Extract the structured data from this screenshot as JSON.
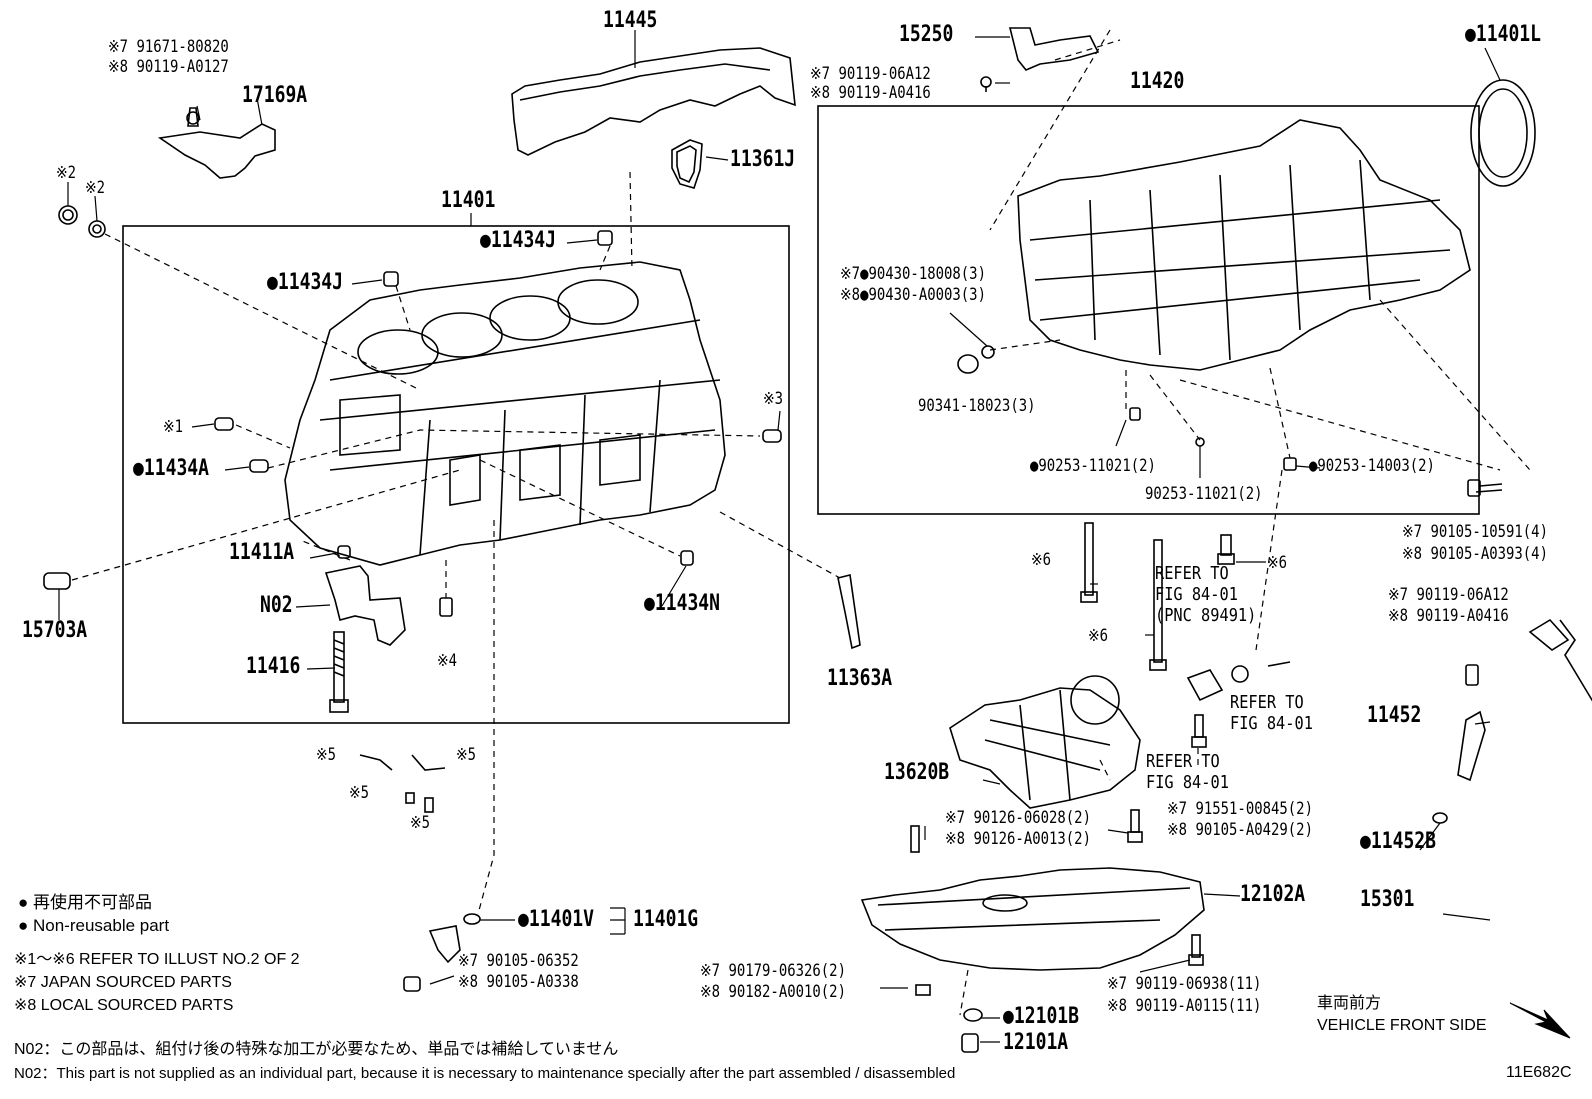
{
  "labels": {
    "p11445": "11445",
    "p15250": "15250",
    "p11401L": "●11401L",
    "p11420": "11420",
    "p11401": "11401",
    "p17169A": "17169A",
    "p11361J": "11361J",
    "p11434J_a": "●11434J",
    "p11434J_b": "●11434J",
    "p11434A": "●11434A",
    "p11411A": "11411A",
    "p15703A": "15703A",
    "pN02": "N02",
    "p11416": "11416",
    "p11434N": "●11434N",
    "p11363A": "11363A",
    "p13620B": "13620B",
    "p11452": "11452",
    "p11452B": "●11452B",
    "p15301": "15301",
    "p12102A": "12102A",
    "p11401V": "●11401V",
    "p11401G": "11401G",
    "p12101B": "●12101B",
    "p12101A": "12101A",
    "s1": "※1",
    "s2a": "※2",
    "s2b": "※2",
    "s3": "※3",
    "s4": "※4",
    "s5a": "※5",
    "s5b": "※5",
    "s5c": "※5",
    "s5d": "※5",
    "s6a": "※6",
    "s6b": "※6",
    "s6c": "※6"
  },
  "part_numbers": {
    "n91671": "※7 91671-80820",
    "n90119a": "※8 90119-A0127",
    "n06A12a": "※7 90119-06A12",
    "n0416a": "※8 90119-A0416",
    "n18008": "※7●90430-18008(3)",
    "n0003": "※8●90430-A0003(3)",
    "n18023": "90341-18023(3)",
    "n11021a": "●90253-11021(2)",
    "n11021b": "90253-11021(2)",
    "n14003": "●90253-14003(2)",
    "n10591": "※7 90105-10591(4)",
    "n0393": "※8 90105-A0393(4)",
    "n06A12b": "※7 90119-06A12",
    "n0416b": "※8 90119-A0416",
    "n06028": "※7 90126-06028(2)",
    "n0013": "※8 90126-A0013(2)",
    "n00845": "※7 91551-00845(2)",
    "n0429": "※8 90105-A0429(2)",
    "n06352": "※7 90105-06352",
    "n0338": "※8 90105-A0338",
    "n06326": "※7 90179-06326(2)",
    "n0010": "※8 90182-A0010(2)",
    "n06938": "※7 90119-06938(11)",
    "n0115": "※8 90119-A0115(11)"
  },
  "refs": {
    "r1": [
      "REFER TO",
      "FIG 84-01",
      "(PNC 89491)"
    ],
    "r2": [
      "REFER TO",
      "FIG 84-01"
    ],
    "r3": [
      "REFER TO",
      "FIG 84-01"
    ]
  },
  "legend": {
    "jp": "● 再使用不可部品",
    "en": "● Non-reusable part",
    "l1": "※1～※6  REFER TO ILLUST NO.2 OF 2",
    "l7": "※7 JAPAN SOURCED PARTS",
    "l8": "※8 LOCAL SOURCED PARTS"
  },
  "notes": {
    "jp": "N02：この部品は、組付け後の特殊な加工が必要なため、単品では補給していません",
    "en": "N02：This part is not supplied as an individual part, because it is necessary to maintenance specially after the part assembled / disassembled"
  },
  "front": {
    "jp": "車両前方",
    "en": "VEHICLE FRONT SIDE"
  },
  "code": "11E682C"
}
